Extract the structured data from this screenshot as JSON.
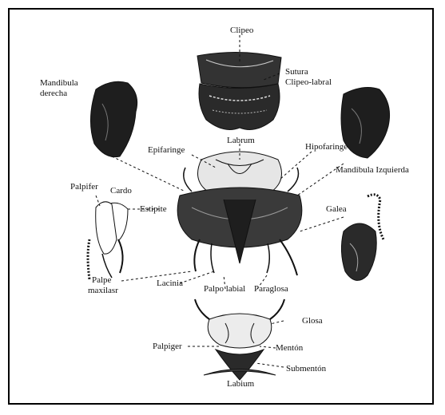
{
  "labels": {
    "clipeo": "Clipeo",
    "sutura": "Sutura",
    "clipeo_labral": "Clipeo-labral",
    "mandibula_derecha_1": "Mandibula",
    "mandibula_derecha_2": "derecha",
    "labrum": "Labrum",
    "epifaringe": "Epifaringe",
    "hipofaringe": "Hipofaringe",
    "mandibula_izquierda": "Mandibula Izquierda",
    "palpifer": "Palpifer",
    "cardo": "Cardo",
    "estipite": "Estipite",
    "galea": "Galea",
    "palpe_1": "Palpe",
    "palpe_2": "maxilasr",
    "lacinia": "Lacinia",
    "palpo_labial": "Palpo labial",
    "paraglosa": "Paraglosa",
    "glosa": "Glosa",
    "palpiger": "Palpiger",
    "menton": "Mentón",
    "submenton": "Submentón",
    "labium": "Labium"
  },
  "colors": {
    "ink": "#111111",
    "dark_fill": "#1e1e1e",
    "mid_fill": "#4a4a4a",
    "light_fill": "#e6e6e6"
  }
}
